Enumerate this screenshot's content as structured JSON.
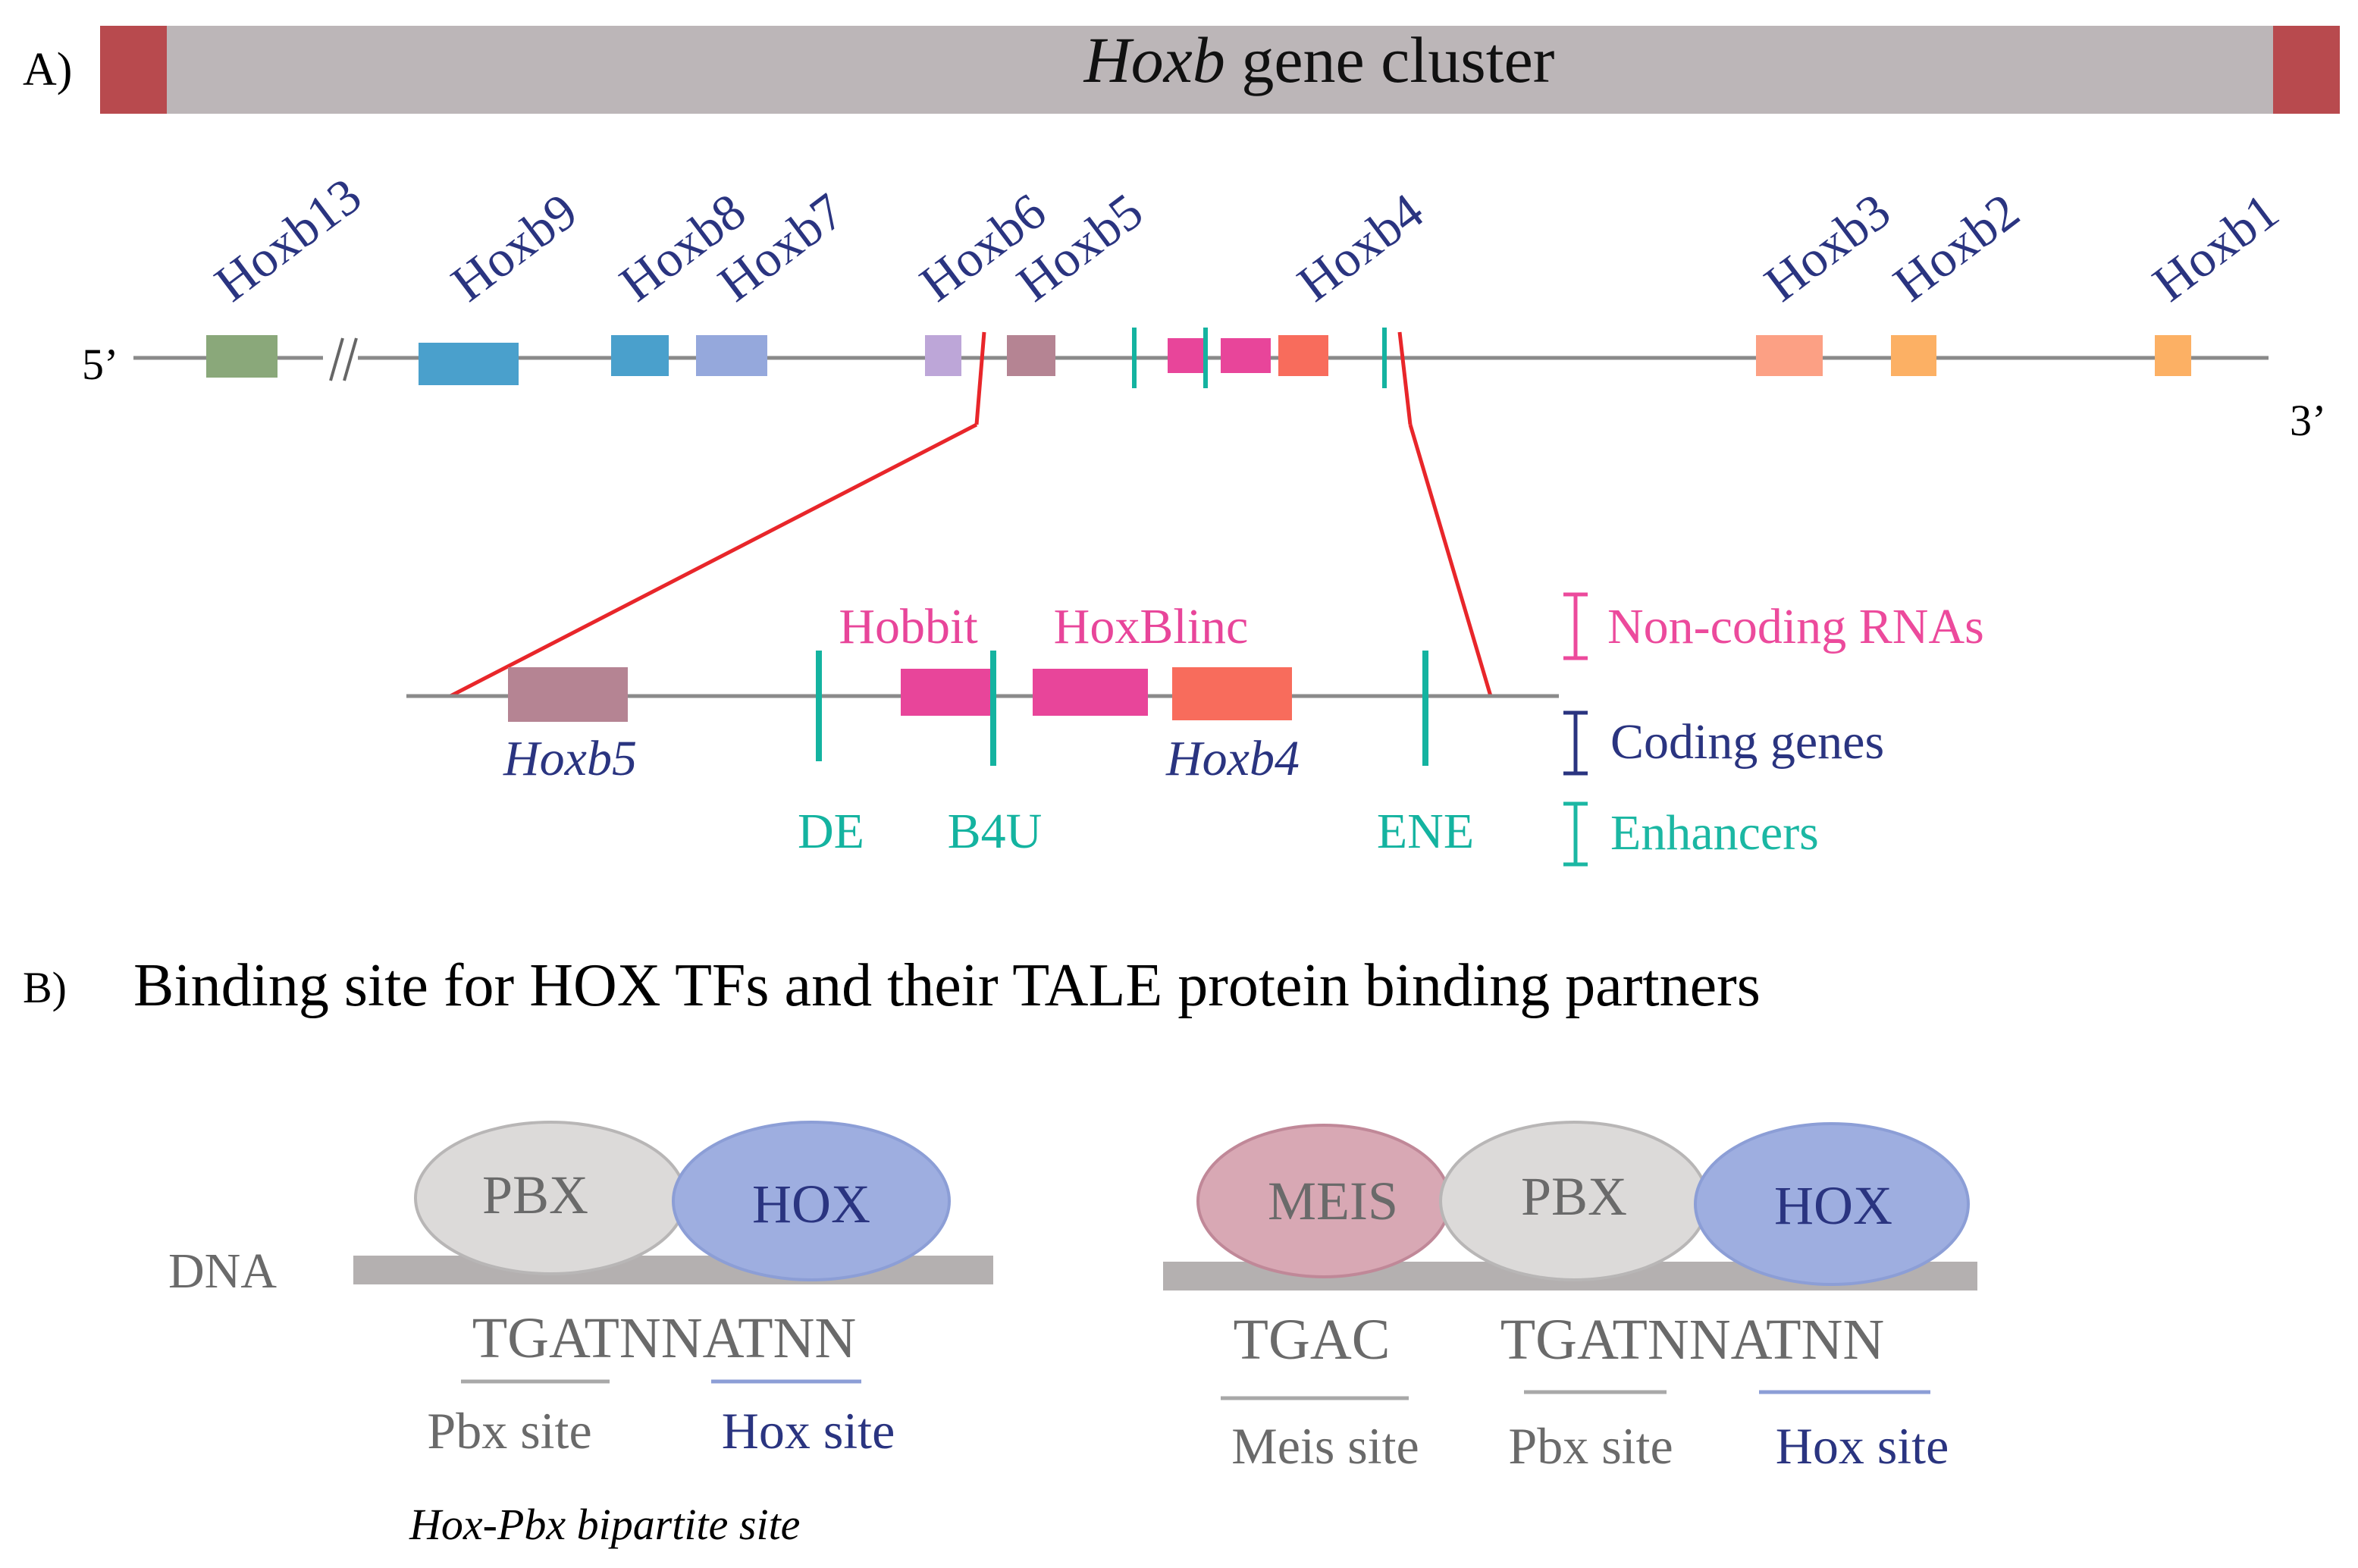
{
  "panelA": {
    "label": "A)",
    "cluster_title_italic": "Hoxb",
    "cluster_title_rest": " gene cluster",
    "end_5": "5’",
    "end_3": "3’",
    "genes": [
      {
        "id": "hoxb13",
        "label": "Hoxb13",
        "color": "#8aa87a"
      },
      {
        "id": "hoxb9",
        "label": "Hoxb9",
        "color": "#4aa0cc"
      },
      {
        "id": "hoxb8",
        "label": "Hoxb8",
        "color": "#4aa0cc"
      },
      {
        "id": "hoxb7",
        "label": "Hoxb7",
        "color": "#95a8dc"
      },
      {
        "id": "hoxb6",
        "label": "Hoxb6",
        "color": "#bda6d8"
      },
      {
        "id": "hoxb5",
        "label": "Hoxb5",
        "color": "#b58493"
      },
      {
        "id": "hoxb4",
        "label": "Hoxb4",
        "color": "#f86c5c"
      },
      {
        "id": "hoxb3",
        "label": "Hoxb3",
        "color": "#fca084"
      },
      {
        "id": "hoxb2",
        "label": "Hoxb2",
        "color": "#fcb064"
      },
      {
        "id": "hoxb1",
        "label": "Hoxb1",
        "color": "#fcb064"
      }
    ],
    "zoom": {
      "hobbit": "Hobbit",
      "hoxblinc": "HoxBlinc",
      "hoxb5": "Hoxb5",
      "hoxb4": "Hoxb4",
      "de": "DE",
      "b4u": "B4U",
      "ene": "ENE"
    },
    "legend": [
      {
        "label": "Non-coding RNAs",
        "color": "#ec4a9c"
      },
      {
        "label": "Coding genes",
        "color": "#2a3480"
      },
      {
        "label": "Enhancers",
        "color": "#1bb7a3"
      }
    ],
    "colors": {
      "bar": "#bcb6b8",
      "bar_end": "#b84a4e",
      "zoom_line": "#e8262a",
      "ncrna": "#e8459a",
      "enhancer": "#14b3a0",
      "gene_label": "#2a3480"
    }
  },
  "panelB": {
    "label": "B)",
    "title": "Binding site for HOX TFs and their TALE protein binding partners",
    "dna": "DNA",
    "left": {
      "pbx": "PBX",
      "hox": "HOX",
      "seq": "TGATNNATNN",
      "pbx_site": "Pbx site",
      "hox_site": "Hox site",
      "caption": "Hox-Pbx bipartite site"
    },
    "right": {
      "meis": "MEIS",
      "pbx": "PBX",
      "hox": "HOX",
      "seq1": "TGAC",
      "seq2": "TGATNNATNN",
      "meis_site": "Meis site",
      "pbx_site": "Pbx site",
      "hox_site": "Hox site"
    },
    "colors": {
      "pbx_fill": "#dcdad9",
      "hox_fill": "#9eaee0",
      "meis_fill": "#d8a8b4",
      "dna_bar": "#b4b0b0",
      "grey_text": "#6a6a6a",
      "hox_text": "#2a3480"
    }
  }
}
